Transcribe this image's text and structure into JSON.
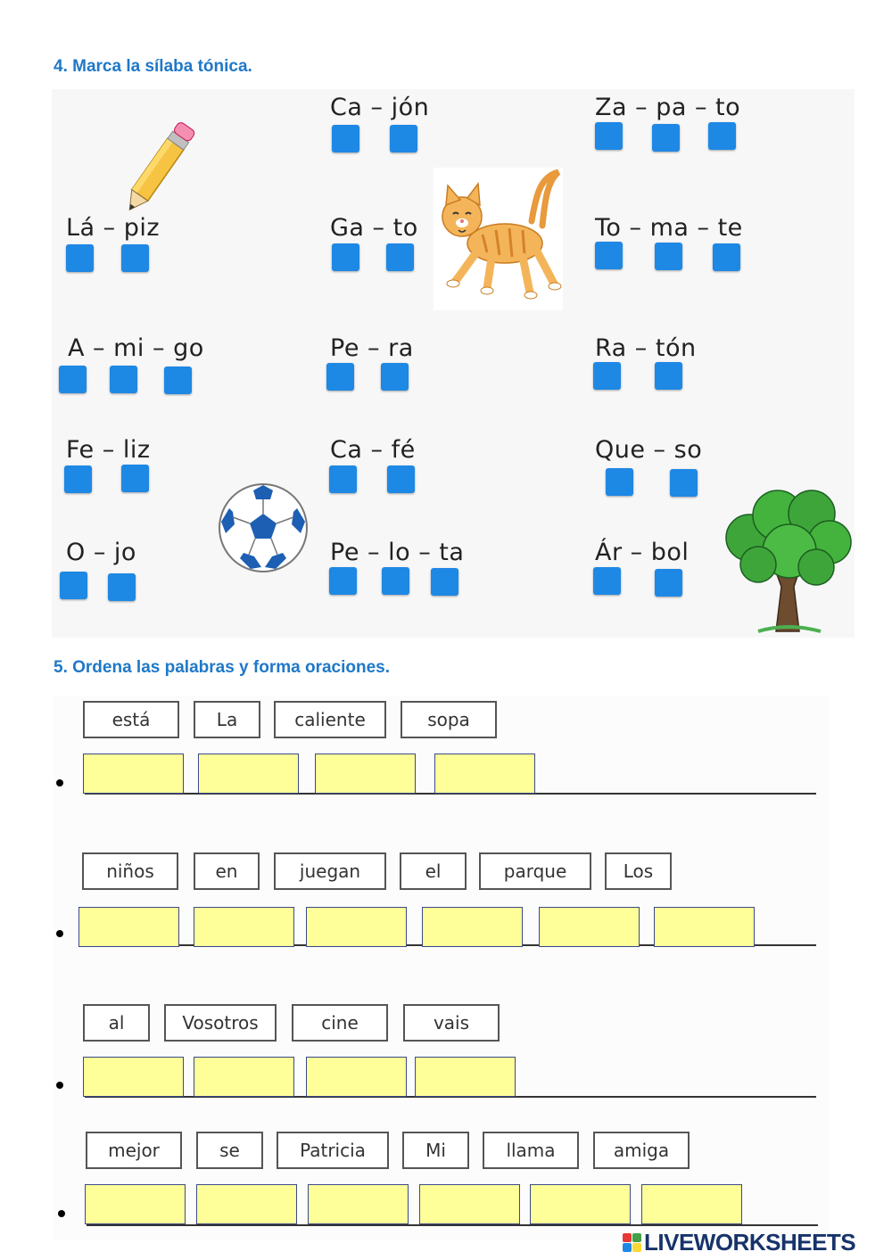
{
  "exercise4": {
    "title": "4. Marca la sílaba tónica.",
    "words": [
      {
        "text": "Ca – jón",
        "syllables": 2
      },
      {
        "text": "Za – pa – to",
        "syllables": 3
      },
      {
        "text": "Lá – piz",
        "syllables": 2
      },
      {
        "text": "Ga – to",
        "syllables": 2
      },
      {
        "text": "To – ma – te",
        "syllables": 3
      },
      {
        "text": "A – mi – go",
        "syllables": 3
      },
      {
        "text": "Pe – ra",
        "syllables": 2
      },
      {
        "text": "Ra – tón",
        "syllables": 2
      },
      {
        "text": "Fe – liz",
        "syllables": 2
      },
      {
        "text": "Ca – fé",
        "syllables": 2
      },
      {
        "text": "Que – so",
        "syllables": 2
      },
      {
        "text": "O – jo",
        "syllables": 2
      },
      {
        "text": "Pe – lo – ta",
        "syllables": 3
      },
      {
        "text": "Ár – bol",
        "syllables": 2
      }
    ],
    "images": [
      "pencil-icon",
      "cat-icon",
      "soccer-ball-icon",
      "tree-icon"
    ],
    "answer_box_color": "#1e88e5"
  },
  "exercise5": {
    "title": "5. Ordena las palabras y forma oraciones.",
    "rows": [
      {
        "words": [
          "está",
          "La",
          "caliente",
          "sopa"
        ]
      },
      {
        "words": [
          "niños",
          "en",
          "juegan",
          "el",
          "parque",
          "Los"
        ]
      },
      {
        "words": [
          "al",
          "Vosotros",
          "cine",
          "vais"
        ]
      },
      {
        "words": [
          "mejor",
          "se",
          "Patricia",
          "Mi",
          "llama",
          "amiga"
        ]
      }
    ],
    "answer_box_color": "#ffff99"
  },
  "brand": {
    "name": "LIVEWORKSHEETS",
    "logo_colors": [
      "#e53935",
      "#43a047",
      "#1e88e5",
      "#fdd835"
    ]
  }
}
